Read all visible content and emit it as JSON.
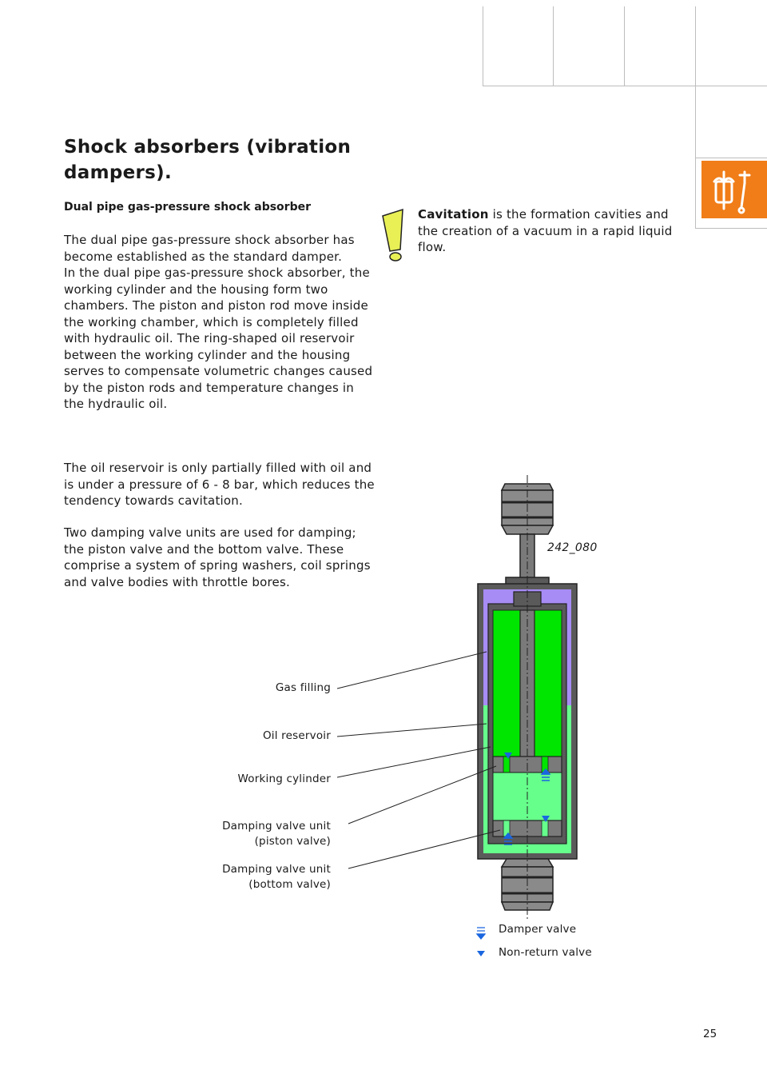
{
  "page": {
    "title": "Shock absorbers (vibration dampers).",
    "subtitle": "Dual pipe gas-pressure shock absorber",
    "paragraphs": [
      "The dual pipe gas-pressure shock absorber has become established as the standard damper.\nIn the dual pipe gas-pressure shock absorber, the working cylinder and the housing form two chambers. The piston and piston rod move inside the working chamber, which is completely filled with hydraulic oil. The ring-shaped oil reservoir between the working cylinder and the housing serves to compensate volumetric changes caused by the piston rods and temperature changes in the hydraulic oil.",
      "The oil reservoir is only partially filled with oil and is under a pressure of 6 - 8 bar, which reduces the tendency towards cavitation.",
      "Two damping valve units are used for damping; the piston valve and the bottom valve. These comprise a system of spring washers, coil springs and valve bodies with throttle bores."
    ],
    "note": {
      "term": "Cavitation",
      "text": " is the formation cavities and the creation of a vacuum in a rapid liquid flow."
    },
    "page_number": "25"
  },
  "figure": {
    "id": "242_080",
    "labels": {
      "gas_filling": "Gas filling",
      "oil_reservoir": "Oil reservoir",
      "working_cylinder": "Working cylinder",
      "piston_valve_1": "Damping valve unit",
      "piston_valve_2": "(piston valve)",
      "bottom_valve_1": "Damping valve unit",
      "bottom_valve_2": "(bottom valve)"
    },
    "legend": {
      "damper_valve": "Damper valve",
      "non_return_valve": "Non-return valve"
    },
    "colors": {
      "housing": "#5a5a5a",
      "gas": "#a78cf5",
      "oil_bright": "#00e600",
      "oil_light": "#66ff8c",
      "valve_blue": "#1a66e0",
      "accent_orange": "#f07d18"
    }
  }
}
